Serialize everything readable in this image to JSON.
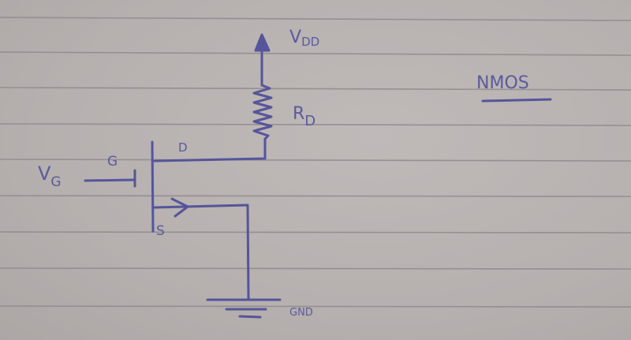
{
  "diagram": {
    "title": "NMOS",
    "paper": {
      "background": "#bab4b3",
      "rule_color": "#8f8a8c"
    },
    "ink_color": "#55559a",
    "labels": {
      "vdd_main": "V",
      "vdd_sub": "DD",
      "rd_main": "R",
      "rd_sub": "D",
      "vg_main": "V",
      "vg_sub": "G",
      "gate": "G",
      "drain": "D",
      "source": "S",
      "ground": "GND"
    },
    "components": [
      {
        "type": "supply-arrow",
        "label": "VDD"
      },
      {
        "type": "resistor",
        "label": "RD"
      },
      {
        "type": "nmos-transistor",
        "terminals": [
          "G",
          "D",
          "S"
        ]
      },
      {
        "type": "ground",
        "label": "GND"
      }
    ]
  }
}
